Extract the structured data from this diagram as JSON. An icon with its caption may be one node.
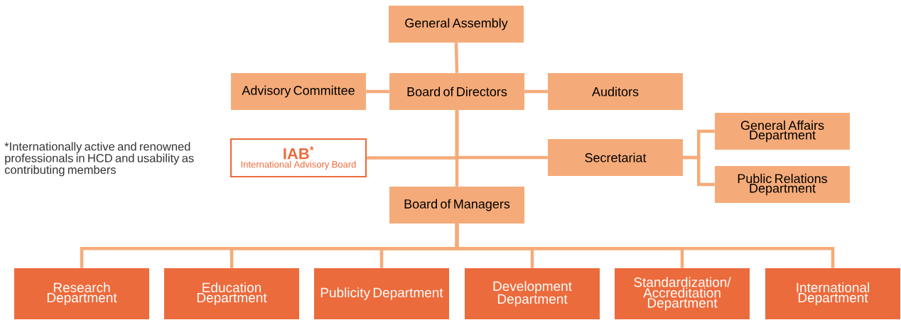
{
  "diagram": {
    "nodes": [
      {
        "text": [
          "General Assembly"
        ]
      },
      {
        "text": [
          "Advisory Committee"
        ]
      },
      {
        "text": [
          "Board of Directors"
        ]
      },
      {
        "text": [
          "Auditors"
        ]
      },
      {
        "text": [
          "IAB$^{*}$",
          "International Advisory Board"
        ]
      },
      {
        "text": [
          "Secretariat"
        ]
      },
      {
        "text": [
          "General Affairs Department"
        ]
      },
      {
        "text": [
          "Public Relations Department"
        ]
      },
      {
        "text": [
          "Board of Managers"
        ]
      },
      {
        "text": [
          "Research Department"
        ]
      },
      {
        "text": [
          "Education Department"
        ]
      },
      {
        "text": [
          "Publicity Department"
        ]
      },
      {
        "text": [
          "Development Department"
        ]
      },
      {
        "text": [
          "Standardization/ Accreditation Department"
        ]
      },
      {
        "text": [
          "International Department"
        ]
      }
    ],
    "edges": [
      {
        "from": 0,
        "to": 2,
        "arrow": "none"
      },
      {
        "from": 2,
        "to": 1,
        "arrow": "none"
      },
      {
        "from": 2,
        "to": 3,
        "arrow": "none"
      },
      {
        "from": 2,
        "to": 8,
        "arrow": "none"
      },
      {
        "from": 2,
        "to": 4,
        "arrow": "none"
      },
      {
        "from": 2,
        "to": 5,
        "arrow": "none"
      },
      {
        "from": 5,
        "to": 6,
        "arrow": "none"
      },
      {
        "from": 5,
        "to": 7,
        "arrow": "none"
      },
      {
        "from": 8,
        "to": 9,
        "arrow": "none"
      },
      {
        "from": 8,
        "to": 10,
        "arrow": "none"
      },
      {
        "from": 8,
        "to": 11,
        "arrow": "none"
      },
      {
        "from": 8,
        "to": 12,
        "arrow": "none"
      },
      {
        "from": 8,
        "to": 13,
        "arrow": "none"
      },
      {
        "from": 8,
        "to": 14,
        "arrow": "none"
      }
    ],
    "labels": [
      "*Internationally active and renowned professionals in HCD and usability as contributing members"
    ]
  }
}
